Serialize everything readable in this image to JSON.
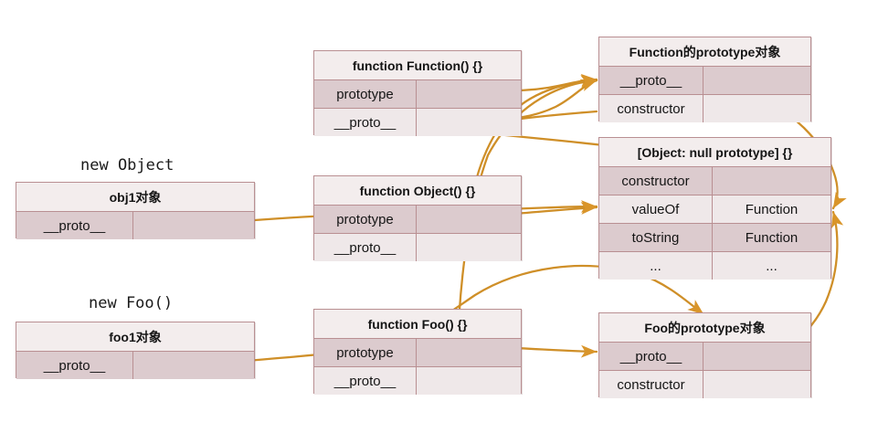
{
  "diagram": {
    "title": "JavaScript prototype chain diagram",
    "accent_arrow_color": "#d9952a",
    "box_border_color": "#b98f92",
    "row_shade_dark": "#dccbce",
    "row_shade_light": "#efe8e9",
    "header_bg": "#f3eded"
  },
  "captions": [
    {
      "id": "new-object",
      "text": "new Object"
    },
    {
      "id": "new-foo",
      "text": "new Foo()"
    }
  ],
  "boxes": [
    {
      "id": "obj1",
      "header": "obj1对象",
      "rows": [
        {
          "key": "__proto__",
          "value": "",
          "shade": "dark"
        }
      ]
    },
    {
      "id": "foo1",
      "header": "foo1对象",
      "rows": [
        {
          "key": "__proto__",
          "value": "",
          "shade": "dark"
        }
      ]
    },
    {
      "id": "function-function",
      "header": "function Function() {}",
      "rows": [
        {
          "key": "prototype",
          "value": "",
          "shade": "dark"
        },
        {
          "key": "__proto__",
          "value": "",
          "shade": "light"
        }
      ]
    },
    {
      "id": "function-object",
      "header": "function Object() {}",
      "rows": [
        {
          "key": "prototype",
          "value": "",
          "shade": "dark"
        },
        {
          "key": "__proto__",
          "value": "",
          "shade": "light"
        }
      ]
    },
    {
      "id": "function-foo",
      "header": "function Foo() {}",
      "rows": [
        {
          "key": "prototype",
          "value": "",
          "shade": "dark"
        },
        {
          "key": "__proto__",
          "value": "",
          "shade": "light"
        }
      ]
    },
    {
      "id": "function-prototype",
      "header": "Function的prototype对象",
      "rows": [
        {
          "key": "__proto__",
          "value": "",
          "shade": "dark"
        },
        {
          "key": "constructor",
          "value": "",
          "shade": "light"
        }
      ]
    },
    {
      "id": "object-null-prototype",
      "header": "[Object: null prototype] {}",
      "rows": [
        {
          "key": "constructor",
          "value": "",
          "shade": "dark"
        },
        {
          "key": "valueOf",
          "value": "Function",
          "shade": "light"
        },
        {
          "key": "toString",
          "value": "Function",
          "shade": "dark"
        },
        {
          "key": "...",
          "value": "...",
          "shade": "light"
        }
      ]
    },
    {
      "id": "foo-prototype",
      "header": "Foo的prototype对象",
      "rows": [
        {
          "key": "__proto__",
          "value": "",
          "shade": "dark"
        },
        {
          "key": "constructor",
          "value": "",
          "shade": "light"
        }
      ]
    }
  ],
  "connections": [
    {
      "from": "function-function.prototype",
      "to": "function-prototype.__proto__"
    },
    {
      "from": "function-function.__proto__",
      "to": "function-prototype.__proto__"
    },
    {
      "from": "function-object.__proto__",
      "to": "function-prototype.__proto__"
    },
    {
      "from": "function-foo.__proto__",
      "to": "function-prototype.__proto__"
    },
    {
      "from": "function-prototype.constructor",
      "to": "object-null-prototype.header"
    },
    {
      "from": "function-prototype.__proto__",
      "to": "object-null-prototype.valueOf"
    },
    {
      "from": "obj1.__proto__",
      "to": "object-null-prototype.valueOf"
    },
    {
      "from": "function-object.prototype",
      "to": "object-null-prototype.valueOf"
    },
    {
      "from": "foo1.__proto__",
      "to": "foo-prototype.header"
    },
    {
      "from": "function-foo.prototype",
      "to": "foo-prototype.__proto__"
    },
    {
      "from": "foo-prototype.__proto__",
      "to": "object-null-prototype.valueOf"
    }
  ]
}
